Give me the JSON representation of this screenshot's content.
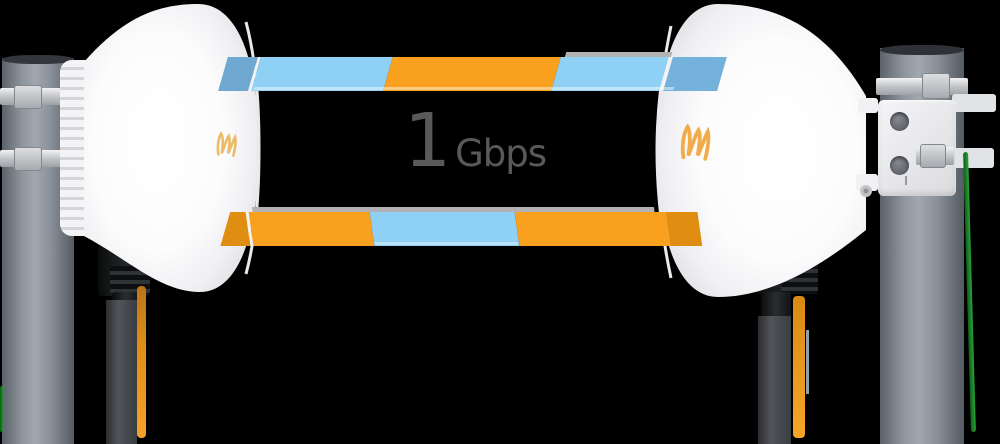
{
  "throughput": {
    "value": "1",
    "unit": "Gbps"
  },
  "devices": {
    "left": {
      "logo_letter": "m",
      "type": "radome-antenna-left"
    },
    "right": {
      "logo_letter": "m",
      "type": "radome-antenna-right"
    }
  },
  "colors": {
    "background": "#000000",
    "light_blue": "#8FD0F5",
    "medium_blue": "#74B2DB",
    "cap_blue": "#6FA9D2",
    "orange": "#F9A11E",
    "dark_orange": "#E08E12",
    "bevel_gray": "#B2B2B5",
    "rim_white": "#F3F3F6",
    "label_gray": "#58595B",
    "logo_gold_left": "#EBBB68",
    "logo_gold_right": "#F0AC4B",
    "wire_green": "#2BA339",
    "wire_orange": "#F5A12B"
  },
  "link": {
    "top_bar": {
      "segments": [
        {
          "name": "cap-left",
          "color_key": "cap_blue",
          "width": 30
        },
        {
          "name": "rim-left",
          "color_key": "rim_white",
          "width": 3
        },
        {
          "name": "blue-left",
          "color_key": "light_blue",
          "width": 132
        },
        {
          "name": "orange-center",
          "color_key": "orange",
          "width": 168
        },
        {
          "name": "blue-right",
          "color_key": "light_blue",
          "width": 108
        },
        {
          "name": "rim-right",
          "color_key": "rim_white",
          "width": 4
        },
        {
          "name": "overlap-right",
          "color_key": "medium_blue",
          "width": 54
        }
      ]
    },
    "bottom_bar": {
      "segments": [
        {
          "name": "cap-left",
          "color_key": "dark_orange",
          "width": 30
        },
        {
          "name": "rim-left",
          "color_key": "rim_white",
          "width": 3
        },
        {
          "name": "orange-left",
          "color_key": "orange",
          "width": 121
        },
        {
          "name": "blue-center",
          "color_key": "light_blue",
          "width": 145
        },
        {
          "name": "orange-right",
          "color_key": "orange",
          "width": 151
        },
        {
          "name": "cap-right",
          "color_key": "dark_orange",
          "width": 32
        }
      ]
    }
  }
}
